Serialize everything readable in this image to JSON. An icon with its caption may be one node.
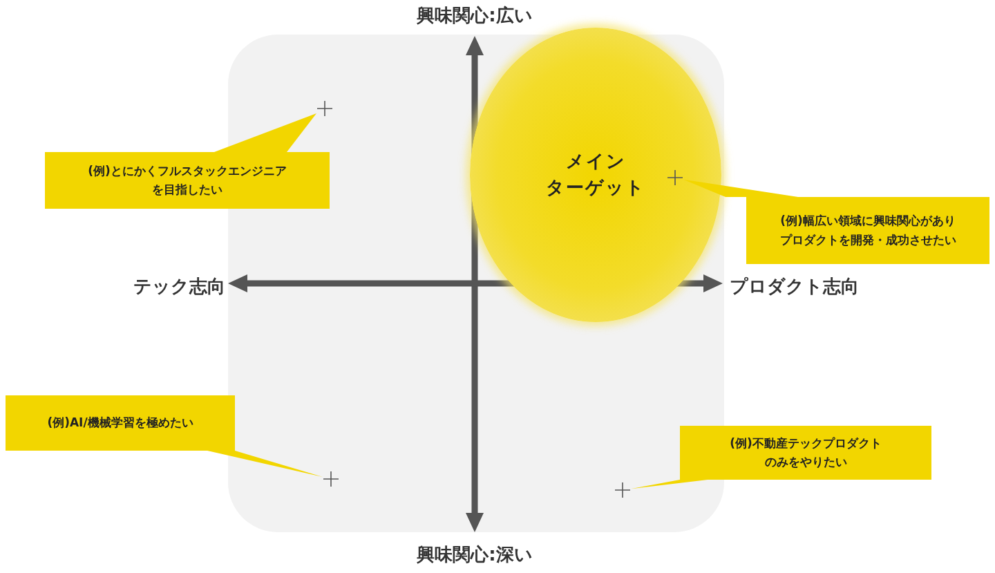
{
  "diagram": {
    "nodes": [
      {
        "text": [
          "メイン",
          "ターゲット"
        ]
      },
      {
        "text": [
          "(例)とにかくフルスタックエンジニアを目指したい"
        ]
      },
      {
        "text": [],
        "shape": "cross"
      },
      {
        "text": [
          "(例)幅広い領域に興味関心がありプロダクトを開発・成功させたい"
        ]
      },
      {
        "text": [],
        "shape": "cross",
        "in": 0
      },
      {
        "text": [
          "(例)AI/機械学習を極めたい"
        ]
      },
      {
        "text": [],
        "shape": "cross"
      },
      {
        "text": [
          "(例)不動産テックプロダクトのみをやりたい"
        ]
      },
      {
        "text": [],
        "shape": "cross"
      }
    ],
    "edges": [
      {
        "from": 1,
        "to": 2,
        "arrow": "none"
      },
      {
        "from": 3,
        "to": 4,
        "arrow": "none"
      },
      {
        "from": 5,
        "to": 6,
        "arrow": "none"
      },
      {
        "from": 7,
        "to": 8,
        "arrow": "none"
      }
    ],
    "labels": [
      "興味関心:広い",
      "テック志向",
      "プロダクト志向",
      "興味関心:深い"
    ]
  }
}
